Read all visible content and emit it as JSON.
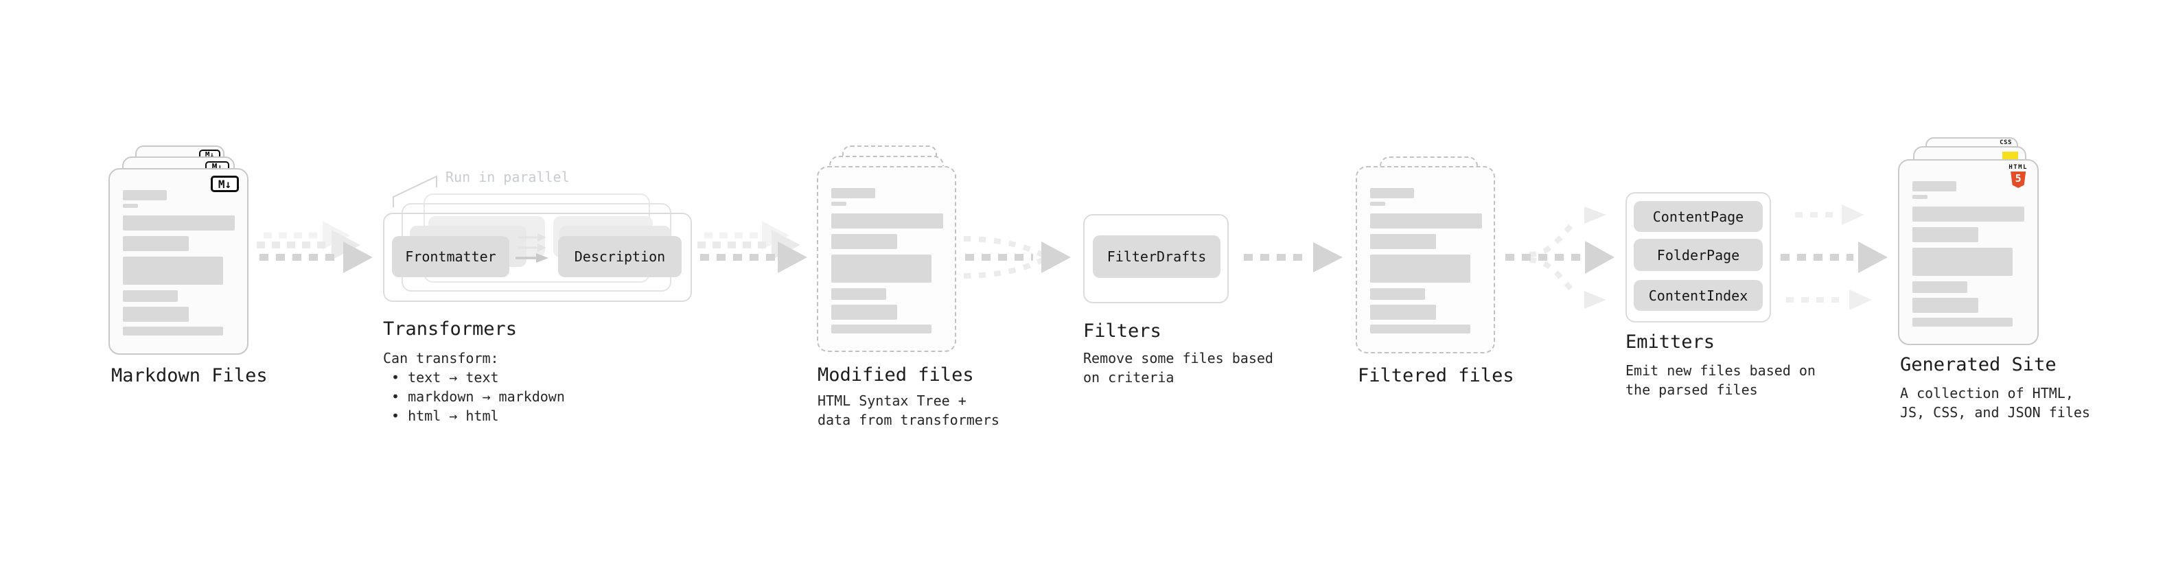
{
  "stages": {
    "markdown": {
      "title": "Markdown Files",
      "badge": "M↓"
    },
    "transformers": {
      "title": "Transformers",
      "annotation": "Run in parallel",
      "buttons": [
        "Frontmatter",
        "Description"
      ],
      "subtitle": "Can transform:",
      "bullets": [
        "text → text",
        "markdown → markdown",
        "html → html"
      ]
    },
    "modified": {
      "title": "Modified files",
      "desc": [
        "HTML Syntax Tree +",
        "data from transformers"
      ]
    },
    "filters": {
      "title": "Filters",
      "buttons": [
        "FilterDrafts"
      ],
      "desc": [
        "Remove some files based",
        "on criteria"
      ]
    },
    "filtered": {
      "title": "Filtered files"
    },
    "emitters": {
      "title": "Emitters",
      "buttons": [
        "ContentPage",
        "FolderPage",
        "ContentIndex"
      ],
      "desc": [
        "Emit new files based on",
        "the parsed files"
      ]
    },
    "generated": {
      "title": "Generated Site",
      "desc": [
        "A collection of HTML,",
        "JS, CSS, and JSON files"
      ],
      "file_badges": {
        "css": "CSS",
        "html_label": "HTML",
        "html_number": "5"
      }
    }
  },
  "colors": {
    "html5_orange": "#e44d26",
    "js_yellow": "#f7df1e",
    "css_blue": "#2965f1",
    "arrow_dark": "#d2d2d2",
    "arrow_light": "#ececec",
    "bar_gray": "#d9d9d9",
    "doc_border": "#c9c9c9"
  }
}
